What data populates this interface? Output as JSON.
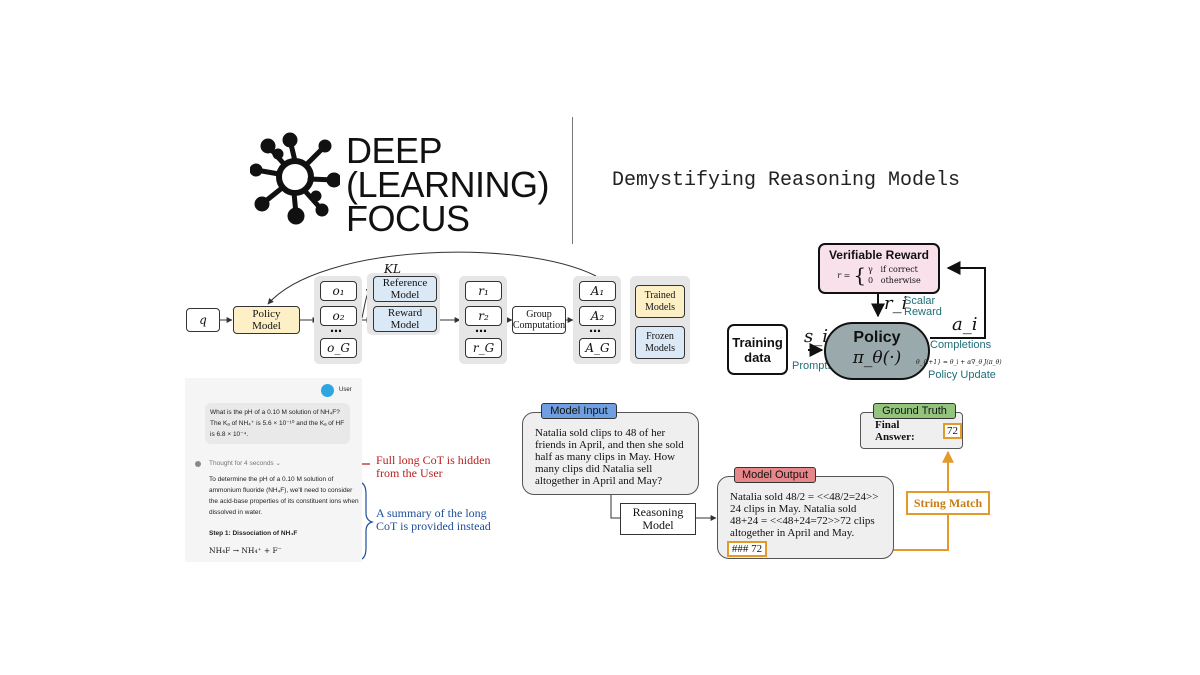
{
  "header": {
    "brand_line1": "DEEP",
    "brand_line2": "(LEARNING)",
    "brand_line3": "FOCUS",
    "title": "Demystifying Reasoning Models"
  },
  "grpo": {
    "q": "q",
    "policy_model": "Policy\nModel",
    "outputs": [
      "o₁",
      "o₂",
      "o_G"
    ],
    "kl": "KL",
    "reference_model": "Reference\nModel",
    "reward_model": "Reward\nModel",
    "rewards": [
      "r₁",
      "r₂",
      "r_G"
    ],
    "group_computation": "Group\nComputation",
    "advantages": [
      "A₁",
      "A₂",
      "A_G"
    ],
    "legend_trained": "Trained\nModels",
    "legend_frozen": "Frozen\nModels"
  },
  "rl": {
    "verifiable_reward": "Verifiable Reward",
    "reward_formula_lhs": "r =",
    "reward_case1": "γ   if correct",
    "reward_case2": "0   otherwise",
    "ri": "r_i",
    "scalar_reward": "Scalar\nReward",
    "training_data": "Training\ndata",
    "si": "s_i",
    "prompts": "Prompts",
    "policy": "Policy",
    "policy_expr": "π_θ(·)",
    "ai": "a_i",
    "completions": "Completions",
    "update_formula": "θ_{i+1} = θ_i + α∇_θ J(π_θ)",
    "policy_update": "Policy Update"
  },
  "chat": {
    "user_label": "User",
    "question": "What is the pH of a 0.10 M solution of NH₄F? The Kₐ of NH₄⁺ is 5.6 × 10⁻¹⁰ and the Kₐ of HF is 6.8 × 10⁻⁴.",
    "thought": "Thought for 4 seconds ⌄",
    "answer": "To determine the pH of a 0.10 M solution of ammonium fluoride (NH₄F), we'll need to consider the acid-base properties of its constituent ions when dissolved in water.",
    "step": "Step 1: Dissociation of NH₄F",
    "equation": "NH₄F → NH₄⁺ + F⁻",
    "annot_hidden": "Full long CoT is hidden\nfrom the User",
    "annot_summary": "A summary of the long\nCoT is provided instead"
  },
  "example": {
    "model_input_label": "Model Input",
    "model_input_text": "Natalia sold clips to 48 of her friends in April, and then she sold half as many clips in May. How many clips did Natalia sell altogether in April and May?",
    "reasoning_model": "Reasoning\nModel",
    "model_output_label": "Model Output",
    "model_output_text": "Natalia sold 48/2 = <<48/2=24>> 24 clips in May. Natalia sold 48+24 = <<48+24=72>>72 clips altogether in April and May.",
    "output_answer": "### 72",
    "ground_truth_label": "Ground Truth",
    "final_answer_label": "Final Answer:",
    "final_answer_value": "72",
    "string_match": "String Match"
  },
  "colors": {
    "yellow_box": "#fdf0c6",
    "blue_box": "#dbe8f5",
    "pink_box": "#f9e1ec",
    "policy_circle": "#9aa9ab",
    "teal_text": "#1f6f7a",
    "annot_red": "#b81f1f",
    "annot_blue": "#1d4e9a",
    "orange": "#e39a2a",
    "tag_blue": "#6f9fe0",
    "tag_red": "#e8878a",
    "tag_green": "#93c47d",
    "user_avatar": "#2ea6df"
  }
}
